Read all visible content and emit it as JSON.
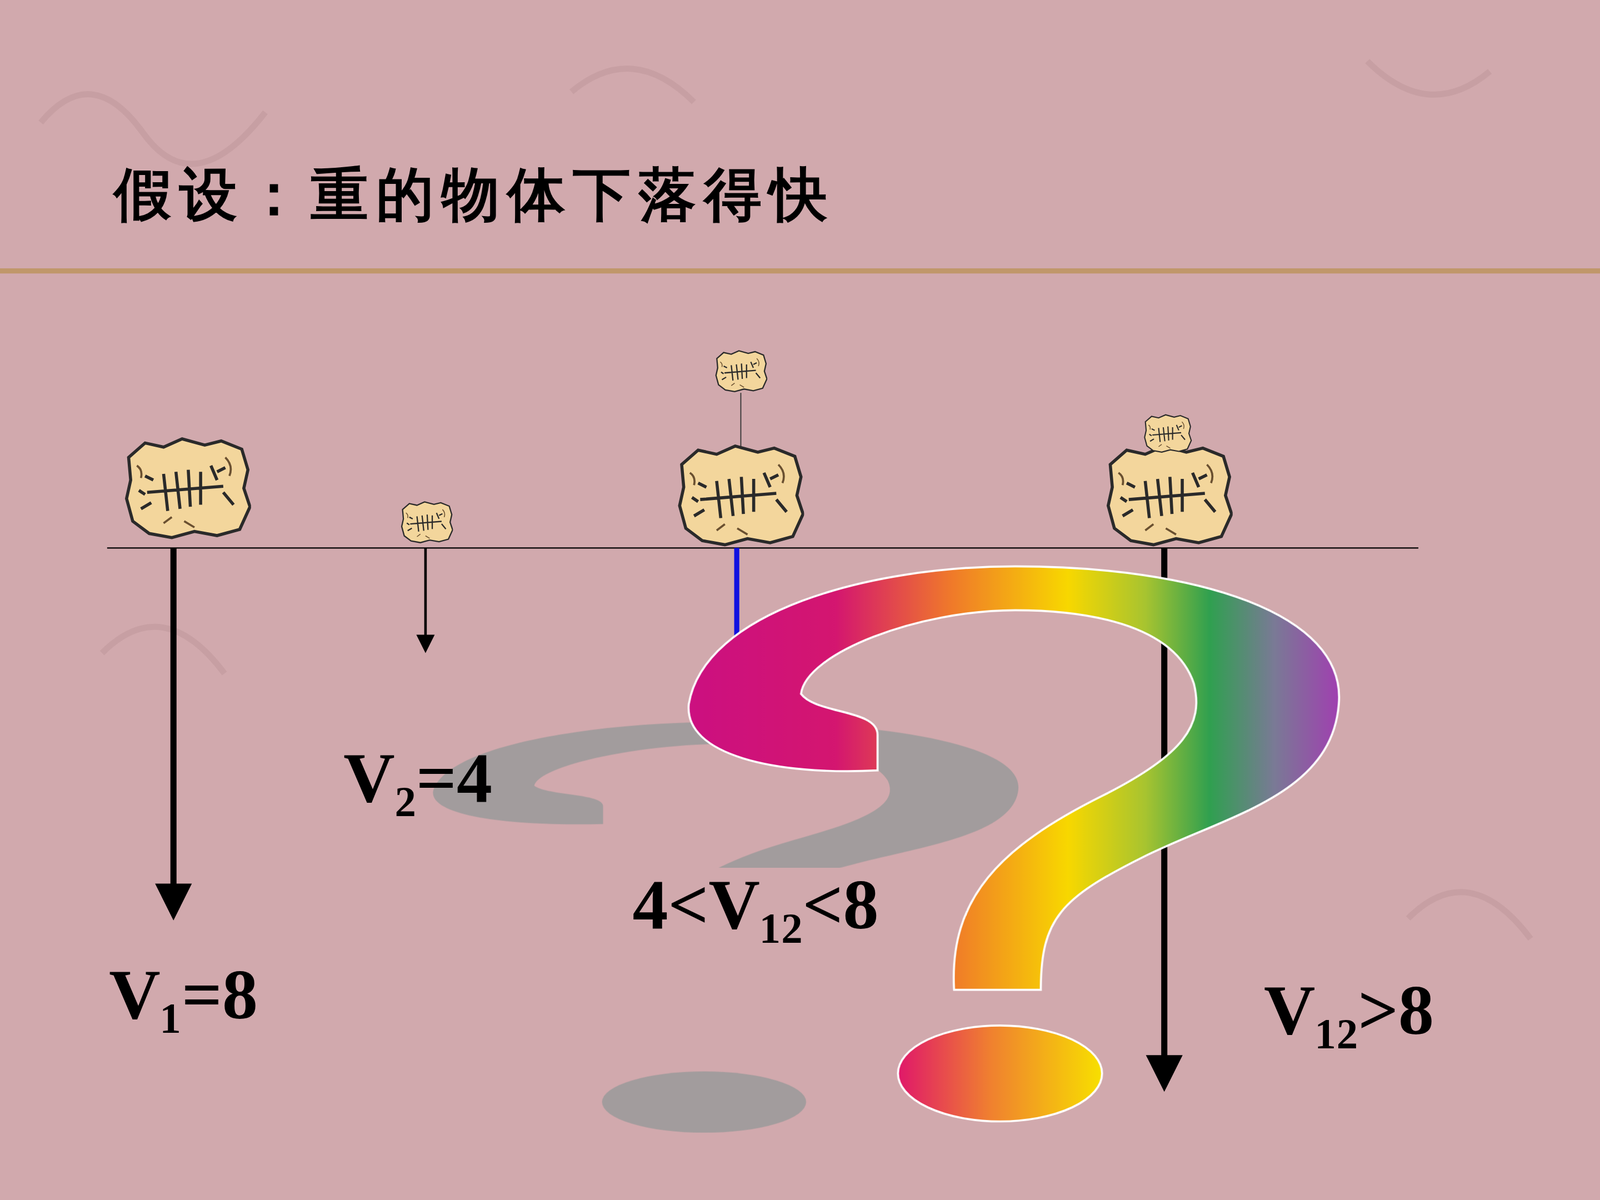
{
  "diagram": {
    "title": "假设：重的物体下落得快",
    "labels": [
      "V₁=8",
      "V₂=4",
      "4<V₁₂<8",
      "V₁₂>8"
    ]
  }
}
